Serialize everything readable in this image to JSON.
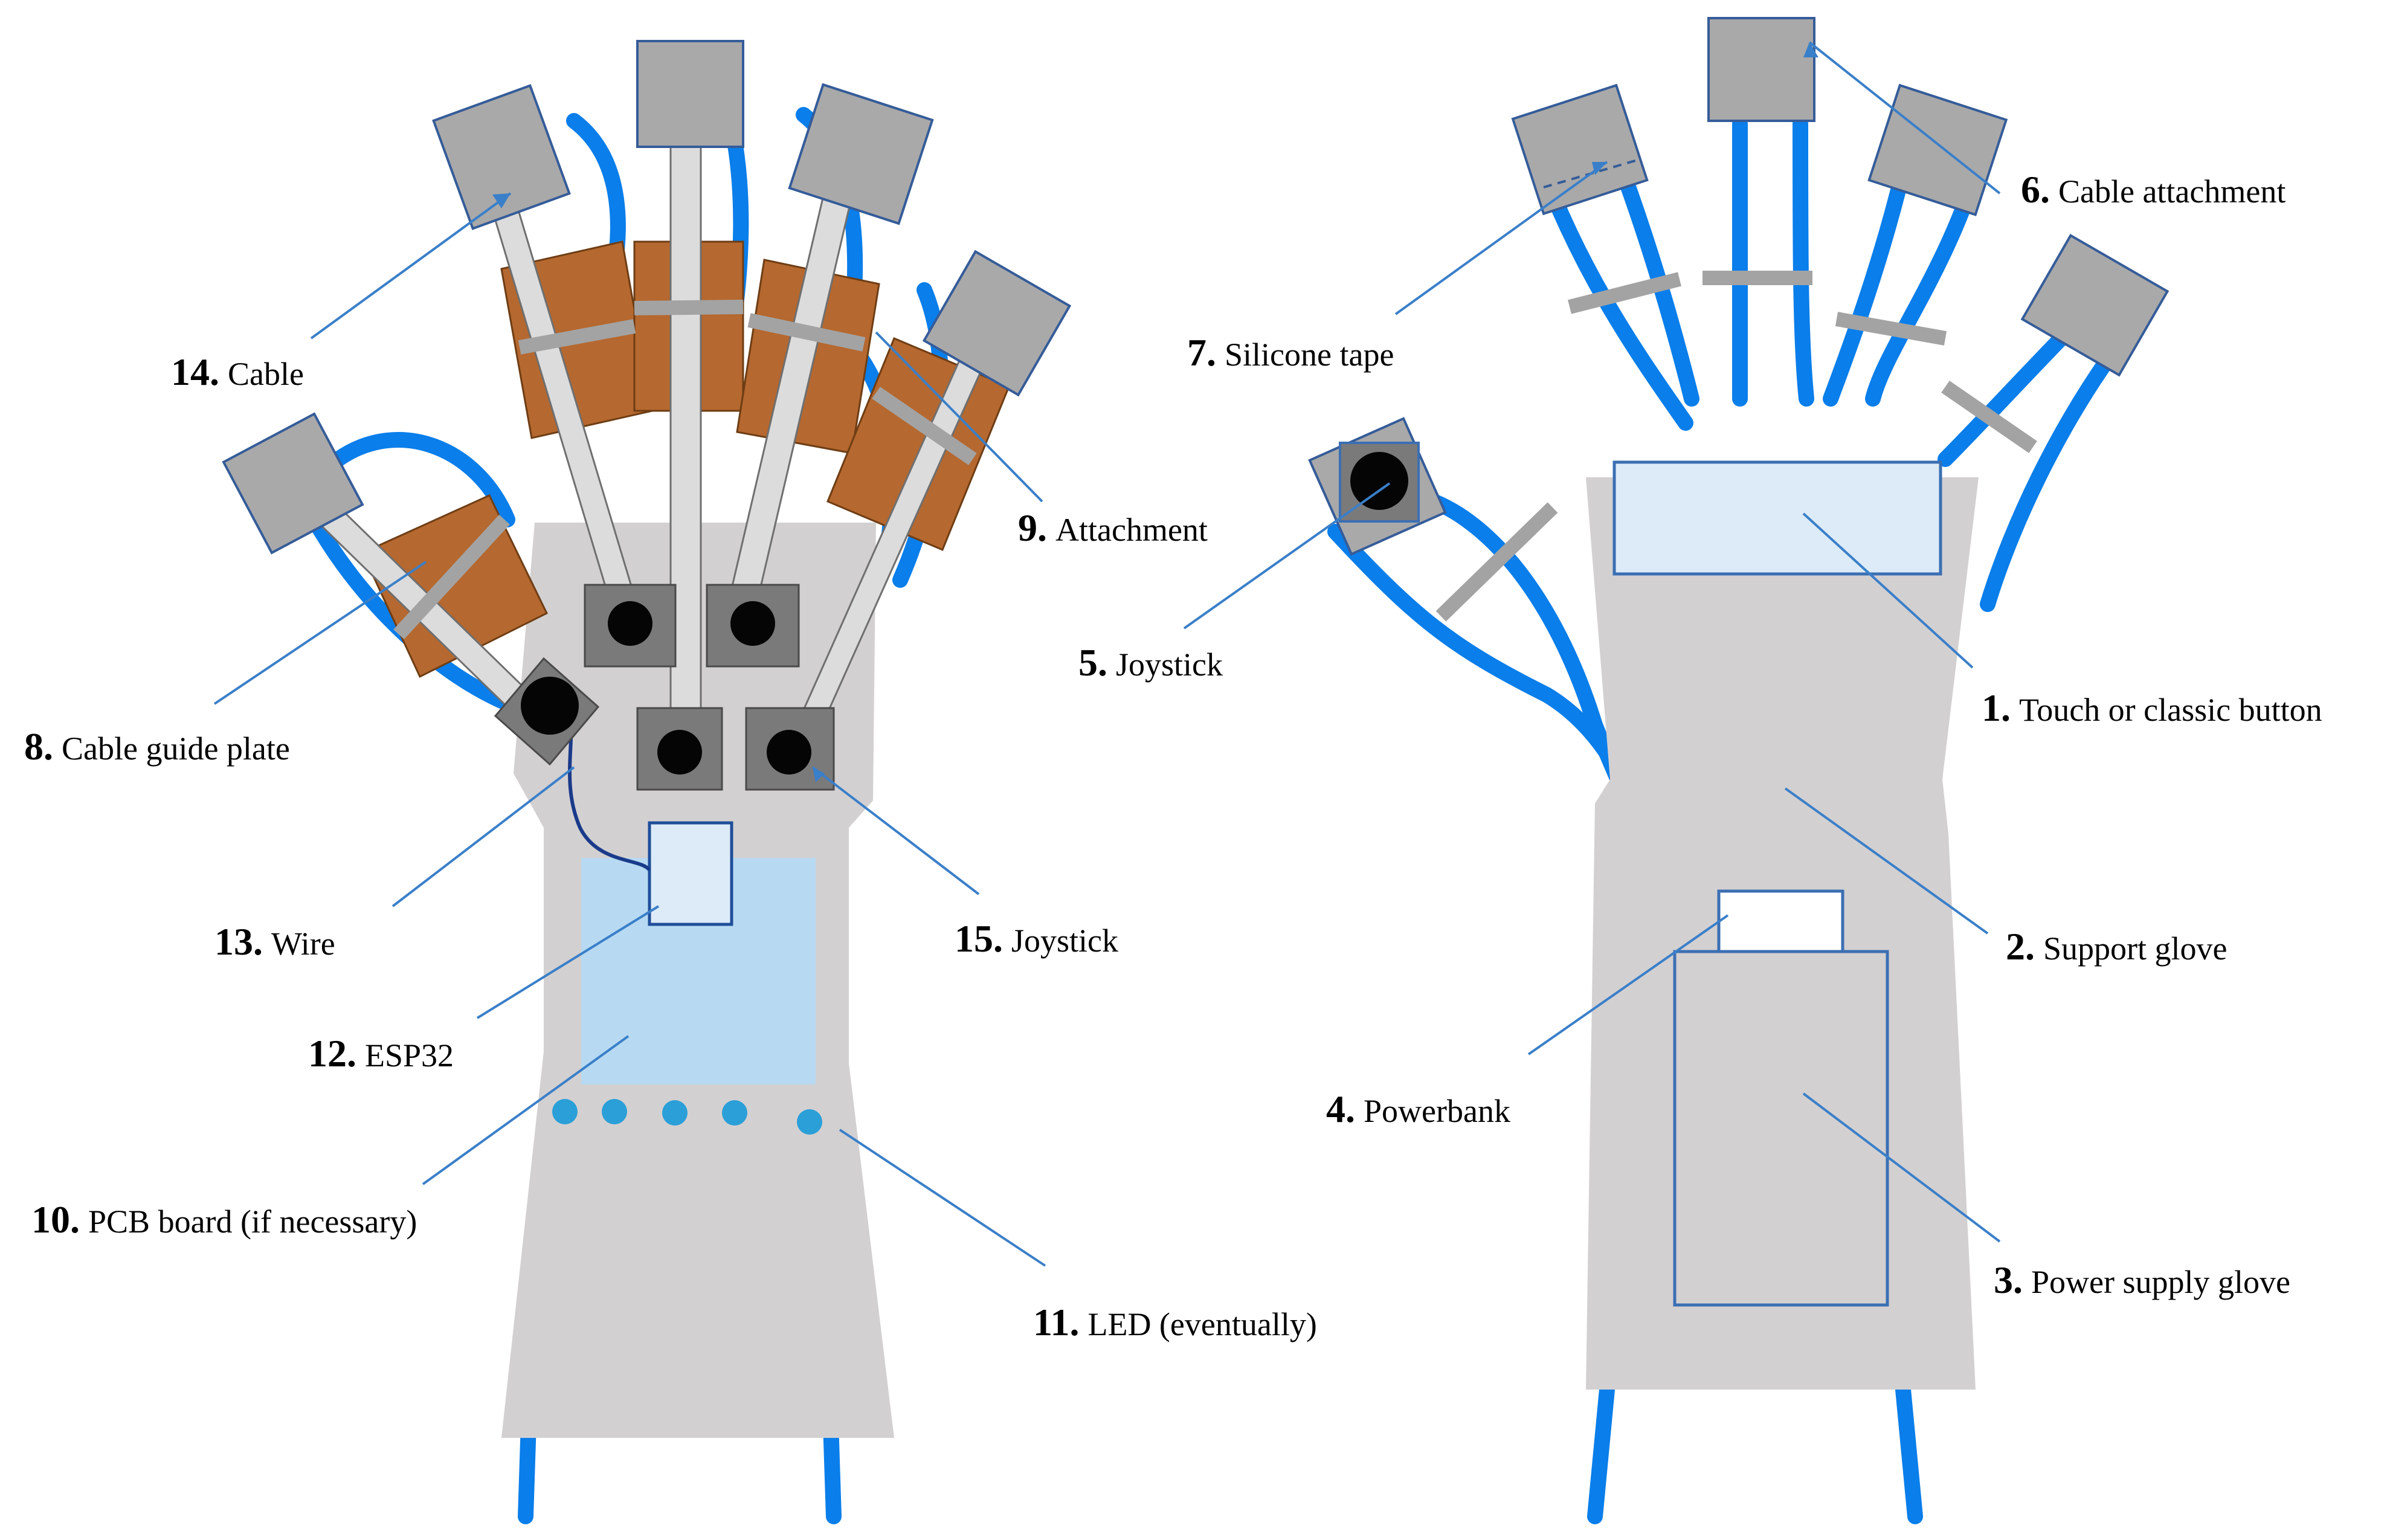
{
  "colors": {
    "cable": "#0a7eea",
    "glove": "#d3d0d1",
    "attachment_gray": "#a9a9a9",
    "guide_plate": "#b5682f",
    "led": "#2a9fd8",
    "pcb": "#b7daf2",
    "leader_line": "#3a7fc9"
  },
  "labels": {
    "l1": {
      "num": "1.",
      "text": "Touch or classic button"
    },
    "l2": {
      "num": "2.",
      "text": "Support glove"
    },
    "l3": {
      "num": "3.",
      "text": "Power supply glove"
    },
    "l4": {
      "num": "4.",
      "text": "Powerbank"
    },
    "l5": {
      "num": "5.",
      "text": "Joystick"
    },
    "l6": {
      "num": "6.",
      "text": "Cable attachment"
    },
    "l7": {
      "num": "7.",
      "text": "Silicone tape"
    },
    "l8": {
      "num": "8.",
      "text": "Cable guide plate"
    },
    "l9": {
      "num": "9.",
      "text": "Attachment"
    },
    "l10": {
      "num": "10.",
      "text": "PCB board (if necessary)"
    },
    "l11": {
      "num": "11.",
      "text": "LED (eventually)"
    },
    "l12": {
      "num": "12.",
      "text": "ESP32"
    },
    "l13": {
      "num": "13.",
      "text": "Wire"
    },
    "l14": {
      "num": "14.",
      "text": "Cable"
    },
    "l15": {
      "num": "15.",
      "text": "Joystick"
    }
  }
}
